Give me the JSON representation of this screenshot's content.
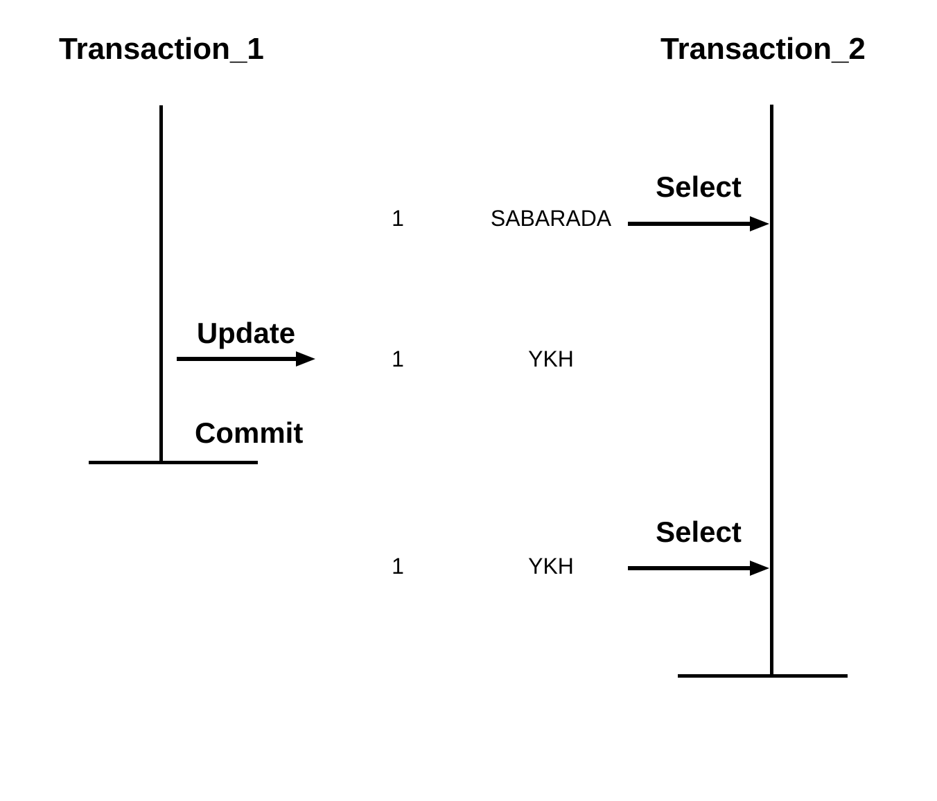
{
  "colors": {
    "ink": "#000000",
    "background": "#ffffff"
  },
  "titles": {
    "t1": "Transaction_1",
    "t2": "Transaction_2"
  },
  "events": {
    "select1": {
      "label": "Select",
      "row_id": "1",
      "row_value": "SABARADA"
    },
    "update": {
      "label": "Update",
      "row_id": "1",
      "row_value": "YKH"
    },
    "commit": {
      "label": "Commit"
    },
    "select2": {
      "label": "Select",
      "row_id": "1",
      "row_value": "YKH"
    }
  }
}
